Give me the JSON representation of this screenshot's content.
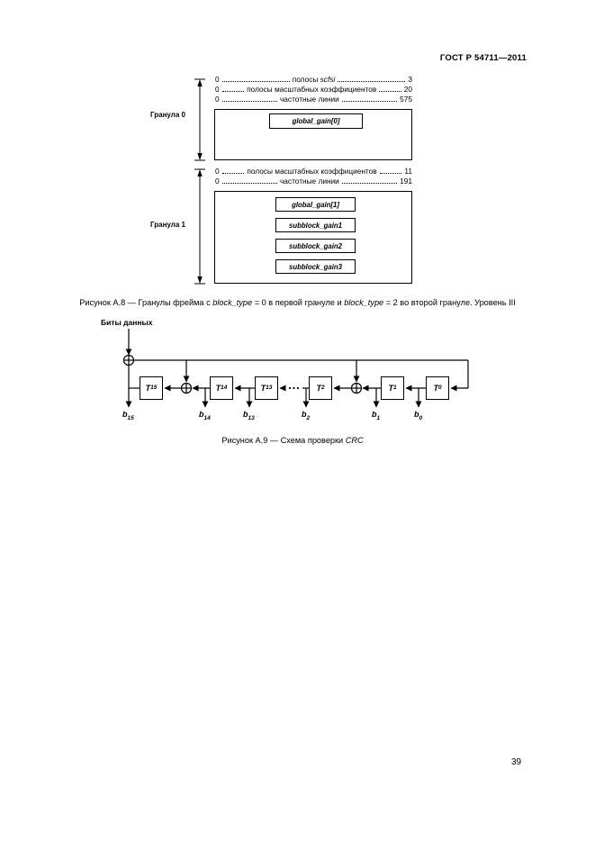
{
  "page": {
    "header": "ГОСТ Р 54711—2011",
    "page_number": "39"
  },
  "figure_a8": {
    "granule0": {
      "label": "Гранула 0",
      "rows": [
        {
          "left": "0",
          "pre": "полосы ",
          "italic": "scfsi",
          "post": "",
          "right": "3"
        },
        {
          "left": "0",
          "pre": "полосы масштабных коэффициентов",
          "italic": "",
          "post": "",
          "right": "20"
        },
        {
          "left": "0",
          "pre": "частотные линии",
          "italic": "",
          "post": "",
          "right": "575"
        }
      ],
      "gain_box": "global_gain[0]"
    },
    "granule1": {
      "label": "Гранула 1",
      "rows": [
        {
          "left": "0",
          "pre": "полосы масштабных коэффициентов",
          "italic": "",
          "post": "",
          "right": "11"
        },
        {
          "left": "0",
          "pre": "частотные линии",
          "italic": "",
          "post": "",
          "right": "191"
        }
      ],
      "gain_box": "global_gain[1]",
      "subboxes": [
        "subblock_gain1",
        "subblock_gain2",
        "subblock_gain3"
      ]
    },
    "caption": {
      "pre": "Рисунок А.8 — Гранулы фрейма с ",
      "italic1": "block_type",
      "mid1": " = 0 в первой грануле и ",
      "italic2": "block_type",
      "mid2": " = 2 во второй грануле. Уровень III"
    }
  },
  "figure_a9": {
    "input_label": "Биты данных",
    "registers": [
      {
        "letter": "T",
        "sub": "15"
      },
      {
        "letter": "T",
        "sub": "14"
      },
      {
        "letter": "T",
        "sub": "13"
      },
      {
        "letter": "T",
        "sub": "2"
      },
      {
        "letter": "T",
        "sub": "1"
      },
      {
        "letter": "T",
        "sub": "0"
      }
    ],
    "outputs": [
      {
        "letter": "b",
        "sub": "15"
      },
      {
        "letter": "b",
        "sub": "14"
      },
      {
        "letter": "b",
        "sub": "13"
      },
      {
        "letter": "b",
        "sub": "2"
      },
      {
        "letter": "b",
        "sub": "1"
      },
      {
        "letter": "b",
        "sub": "0"
      }
    ],
    "caption": {
      "pre": "Рисунок А.9 — Схема проверки ",
      "italic": "CRC"
    }
  }
}
